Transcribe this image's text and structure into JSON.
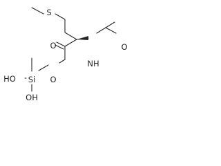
{
  "molecule": {
    "atom_labels": {
      "sulfur": "S",
      "carbonyl_oxygen_amide": "O",
      "nitrogen_amide": "NH",
      "carbonyl_oxygen_ester": "O",
      "ester_oxygen": "O",
      "silicon": "Si",
      "hydroxyl_upper": "HO",
      "hydroxyl_lower": "OH"
    },
    "colors": {
      "bond": "#262626",
      "text": "#262626",
      "background": "#ffffff"
    }
  }
}
